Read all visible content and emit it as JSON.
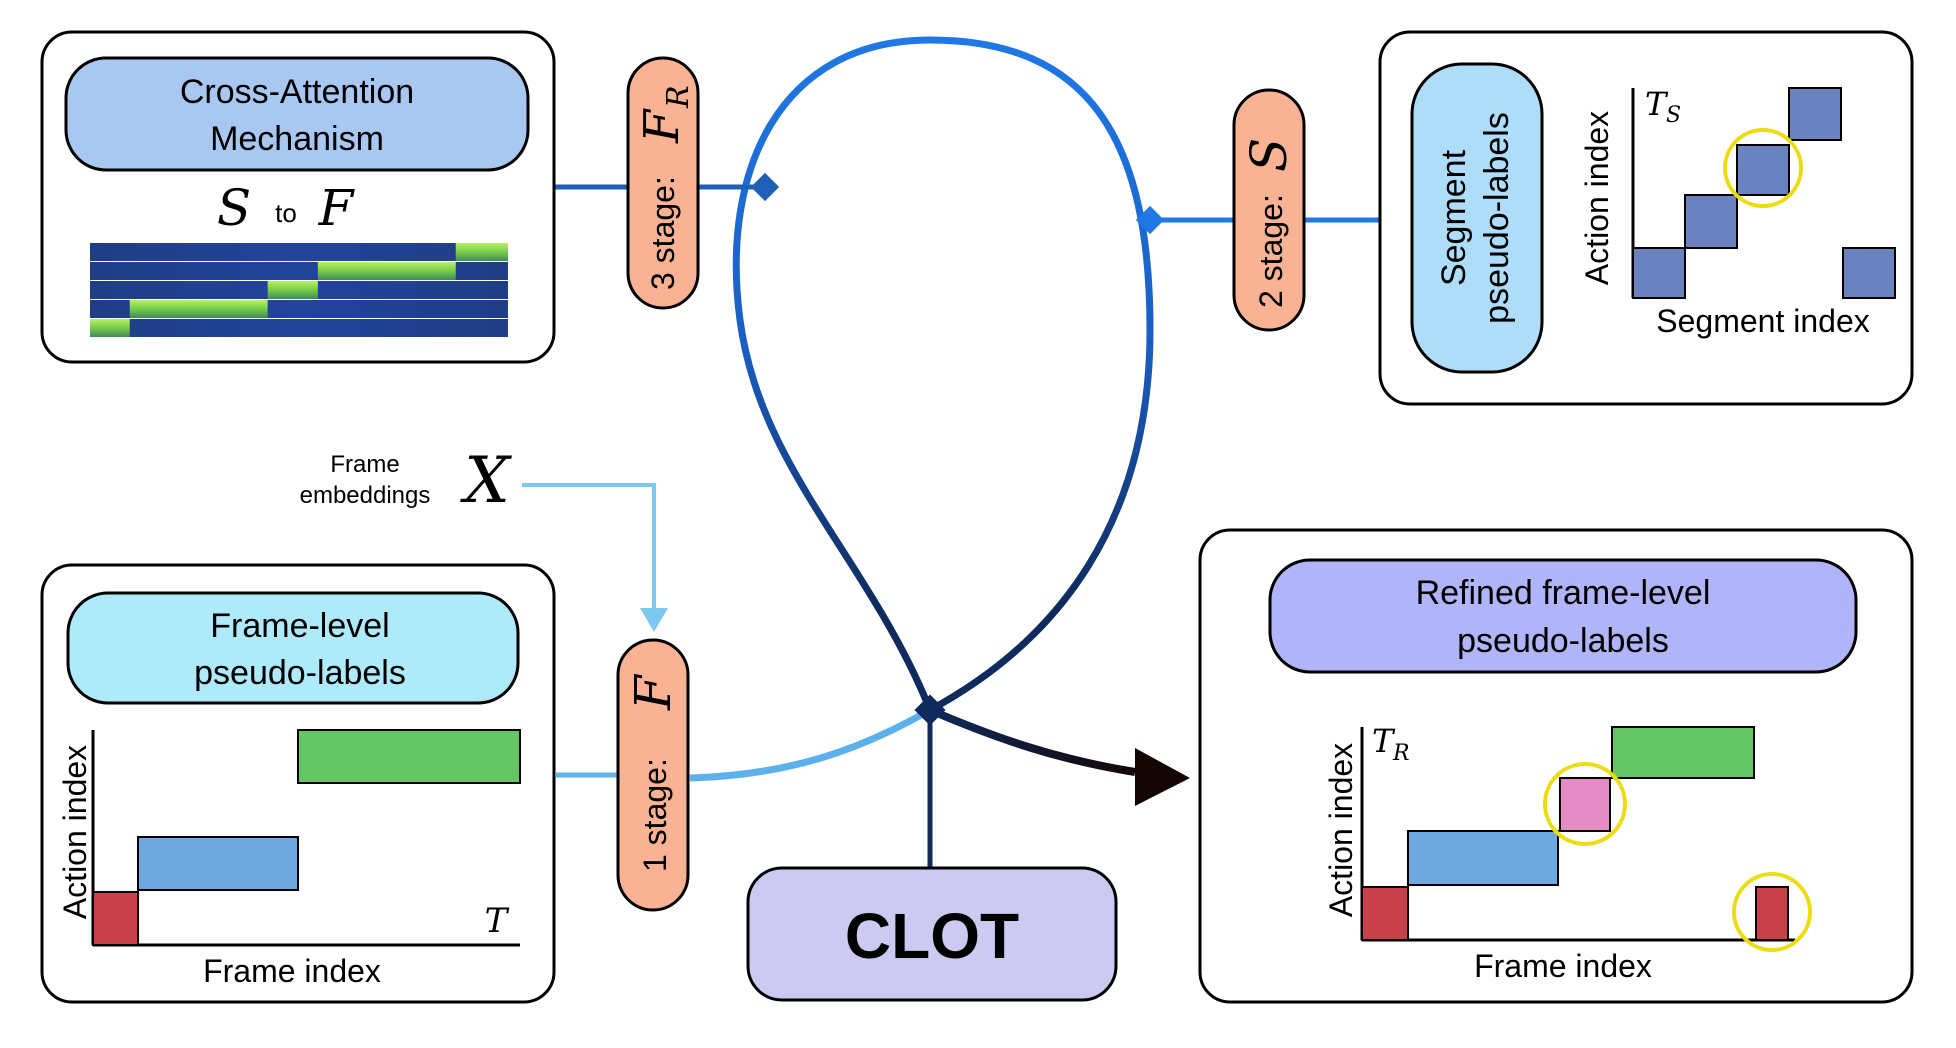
{
  "colors": {
    "panel_border": "#000000",
    "loop_blue": "#1f78e6",
    "loop_dark": "#0f2a5c",
    "loop_light": "#64b4ec",
    "stage_fill": "#f9b394",
    "cross_attention_fill": "#a8c8f2",
    "frame_labels_fill": "#aeeafa",
    "segment_labels_fill": "#aeddfa",
    "refined_labels_fill": "#b0b4f8",
    "clot_fill": "#cccaf0",
    "action_red": "#c8404a",
    "action_blue": "#6ea8e0",
    "action_green": "#64c664",
    "action_pink": "#e68cc4",
    "segment_square": "#6b82c0",
    "highlight_ring": "#ecdc14",
    "attention_dark": "#1f3e86",
    "attention_bright": "#90e050",
    "input_arrow": "#7cc8ee"
  },
  "cross_attention": {
    "title_line1": "Cross-Attention",
    "title_line2": "Mechanism",
    "from_symbol": "S",
    "to_word": "to",
    "to_symbol": "F",
    "attention_rows": [
      {
        "active_start": 0.875,
        "active_end": 1.0
      },
      {
        "active_start": 0.545,
        "active_end": 0.875
      },
      {
        "active_start": 0.425,
        "active_end": 0.545
      },
      {
        "active_start": 0.095,
        "active_end": 0.425
      },
      {
        "active_start": 0.0,
        "active_end": 0.095
      }
    ]
  },
  "stages": {
    "stage1": {
      "label": "1 stage:",
      "symbol": "F",
      "subscript": ""
    },
    "stage2": {
      "label": "2 stage:",
      "symbol": "S",
      "subscript": ""
    },
    "stage3": {
      "label": "3 stage:",
      "symbol": "F",
      "subscript": "R"
    }
  },
  "input": {
    "label_line1": "Frame",
    "label_line2": "embeddings",
    "symbol": "X"
  },
  "frame_labels": {
    "title_line1": "Frame-level",
    "title_line2": "pseudo-labels",
    "ylabel": "Action index",
    "xlabel": "Frame index",
    "end_symbol": "T"
  },
  "segment_labels": {
    "title_line1": "Segment",
    "title_line2": "pseudo-labels",
    "ylabel": "Action index",
    "xlabel": "Segment index",
    "top_symbol": "T",
    "top_subscript": "S"
  },
  "refined_labels": {
    "title_line1": "Refined frame-level",
    "title_line2": "pseudo-labels",
    "ylabel": "Action index",
    "xlabel": "Frame index",
    "top_symbol": "T",
    "top_subscript": "R"
  },
  "clot": {
    "label": "CLOT"
  }
}
